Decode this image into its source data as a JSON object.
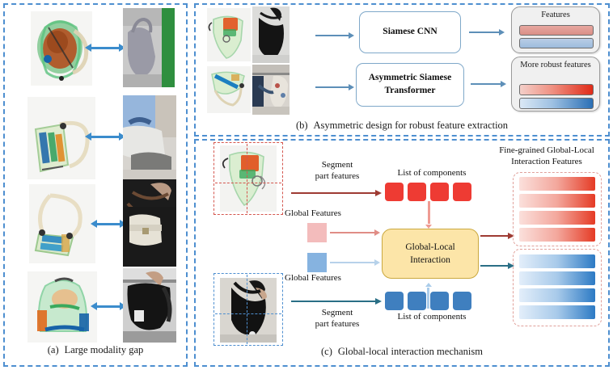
{
  "figure": {
    "panels": [
      {
        "id": "a",
        "label": "(a)",
        "caption": "Large modality gap",
        "pair_rows": [
          {
            "xray_alt": "x-ray-scan-handbag",
            "rgb_alt": "photo-gray-tote-bag",
            "arrow": "double-headed-arrow"
          },
          {
            "xray_alt": "x-ray-scan-shoulder-bag",
            "rgb_alt": "photo-woman-carrying-bag",
            "arrow": "double-headed-arrow"
          },
          {
            "xray_alt": "x-ray-scan-crossbody-bag",
            "rgb_alt": "photo-white-crossbody-bag",
            "arrow": "double-headed-arrow"
          },
          {
            "xray_alt": "x-ray-scan-backpack",
            "rgb_alt": "photo-black-backpack",
            "arrow": "double-headed-arrow"
          }
        ]
      },
      {
        "id": "b",
        "label": "(b)",
        "caption": "Asymmetric design for robust feature extraction",
        "rows": [
          {
            "xray_alt": "x-ray-scan-tote-bag",
            "rgb_alt": "photo-black-tote-bag",
            "module": "Siamese CNN",
            "output_title": "Features",
            "bars": [
              {
                "name": "red-feature-bar",
                "style": "flat"
              },
              {
                "name": "blue-feature-bar",
                "style": "flat"
              }
            ]
          },
          {
            "xray_alt": "x-ray-scan-messenger-bag",
            "rgb_alt": "photo-person-with-bag",
            "module": "Asymmetric   Siamese Transformer",
            "output_title": "More robust features",
            "bars": [
              {
                "name": "red-feature-bar",
                "style": "gradient"
              },
              {
                "name": "blue-feature-bar",
                "style": "gradient"
              }
            ]
          }
        ]
      },
      {
        "id": "c",
        "label": "(c)",
        "caption": "Global-local interaction mechanism",
        "center_module": "Global-Local\nInteraction",
        "center_module_line1": "Global-Local",
        "center_module_line2": "Interaction",
        "output_title_line1": "Fine-grained Global-Local",
        "output_title_line2": "Interaction Features",
        "branches": [
          {
            "color": "red",
            "source_alt": "x-ray-scan-bag-with-crosshair",
            "segment_label_line1": "Segment",
            "segment_label_line2": "part features",
            "components_label": "List of components",
            "global_label": "Global Features",
            "component_count": 4,
            "output_bar_count": 4
          },
          {
            "color": "blue",
            "source_alt": "photo-person-with-black-bag-crosshair",
            "segment_label_line1": "Segment",
            "segment_label_line2": "part features",
            "components_label": "List of components",
            "global_label": "Global Features",
            "component_count": 4,
            "output_bar_count": 4
          }
        ]
      }
    ]
  },
  "colors": {
    "panel_border": "#4e8fd0",
    "arrow_blue": "#3b8ccc",
    "red_component": "#ee3b33",
    "blue_component": "#3f7fbf",
    "interaction_fill": "#fce5a8",
    "interaction_border": "#caa83e",
    "dash_red": "#d4564e"
  }
}
